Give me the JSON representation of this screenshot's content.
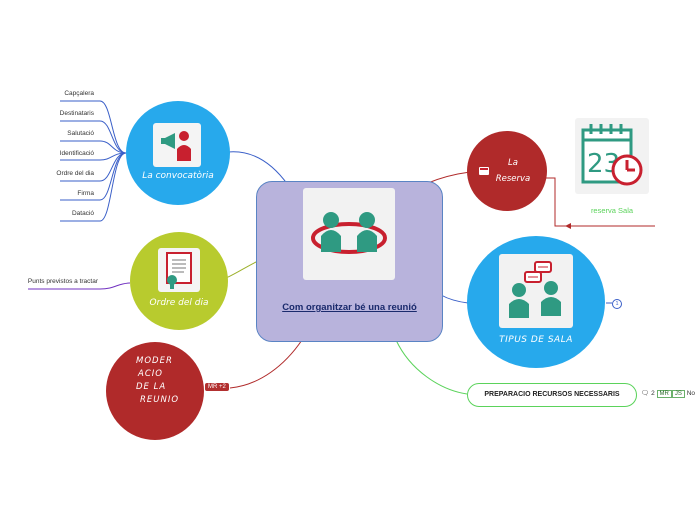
{
  "central": {
    "title": "Com organitzar bé una reunió",
    "icon": "meeting-people-icon"
  },
  "convocatoria": {
    "label": "La convocatòria",
    "icon": "megaphone-person-icon",
    "leaves": [
      "Capçalera",
      "Destinataris",
      "Salutació",
      "Identificació",
      "Ordre del dia",
      "Firma",
      "Datació"
    ]
  },
  "ordre": {
    "label": "Ordre del dia",
    "icon": "certificate-document-icon",
    "leaf": "Punts previstos a tractar"
  },
  "moderacio": {
    "lines": [
      "MODER",
      "ACIO",
      "DE LA",
      "REUNIO"
    ],
    "tag": "MR +2"
  },
  "reserva": {
    "lines": [
      "La",
      "Reserva"
    ],
    "note_icon": "note-icon",
    "linked_label": "reserva Sala",
    "linked_icon": "calendar-clock-icon"
  },
  "tipus": {
    "label": "TIPUS DE SALA",
    "icon": "conversation-icon",
    "count": "1"
  },
  "preparacio": {
    "label": "PREPARACIO RECURSOS NECESSARIS",
    "comments": "2",
    "tags": [
      "MR",
      "JS"
    ],
    "trail": "No"
  },
  "colors": {
    "blue": "#27a9ec",
    "green": "#b8cb2e",
    "red": "#b02a2a",
    "central": "#b8b3dc"
  }
}
